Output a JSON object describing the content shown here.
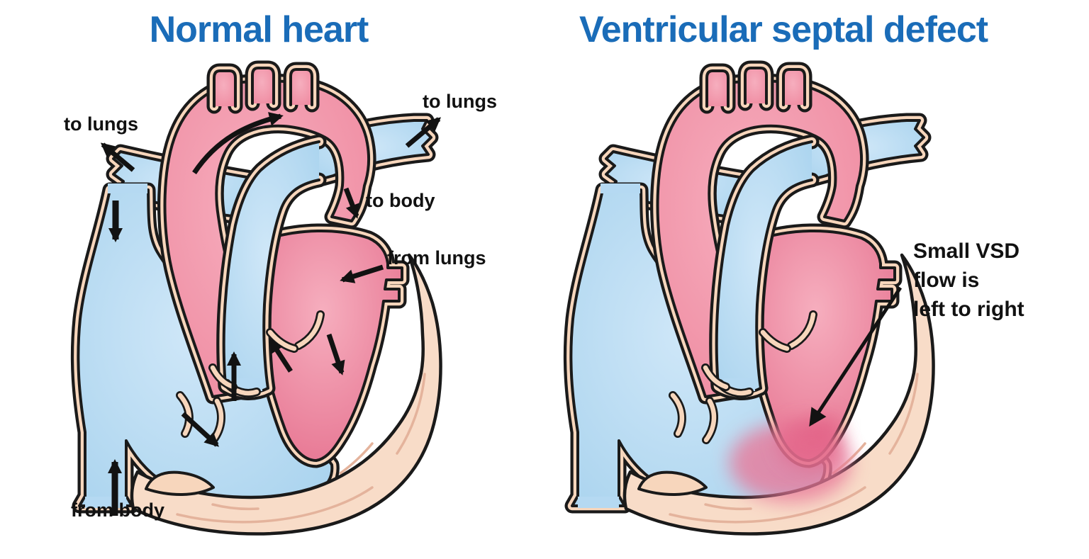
{
  "panels": [
    {
      "title": "Normal heart",
      "labels": [
        {
          "text": "to lungs"
        },
        {
          "text": "to lungs"
        },
        {
          "text": "to body"
        },
        {
          "text": "from lungs"
        },
        {
          "text": "from body"
        }
      ]
    },
    {
      "title": "Ventricular septal defect",
      "annotation": {
        "lines": [
          "Small VSD",
          "flow is",
          "left to right"
        ]
      }
    }
  ],
  "colors": {
    "title_blue": "#1A6CB8",
    "label_black": "#111111",
    "outline_black": "#1A1A1A",
    "oxygen_poor_blue": "#A9D3EE",
    "oxygen_poor_blue_light": "#CFE7F8",
    "oxygen_rich_red": "#EF8AA0",
    "oxygen_rich_red_light": "#F6AEBE",
    "oxygen_rich_red_deep": "#E56F8D",
    "vessel_wall_peach": "#F7D6BC",
    "myocardium_peach": "#F8DCC8",
    "vsd_shunt_red": "#E8799A"
  }
}
